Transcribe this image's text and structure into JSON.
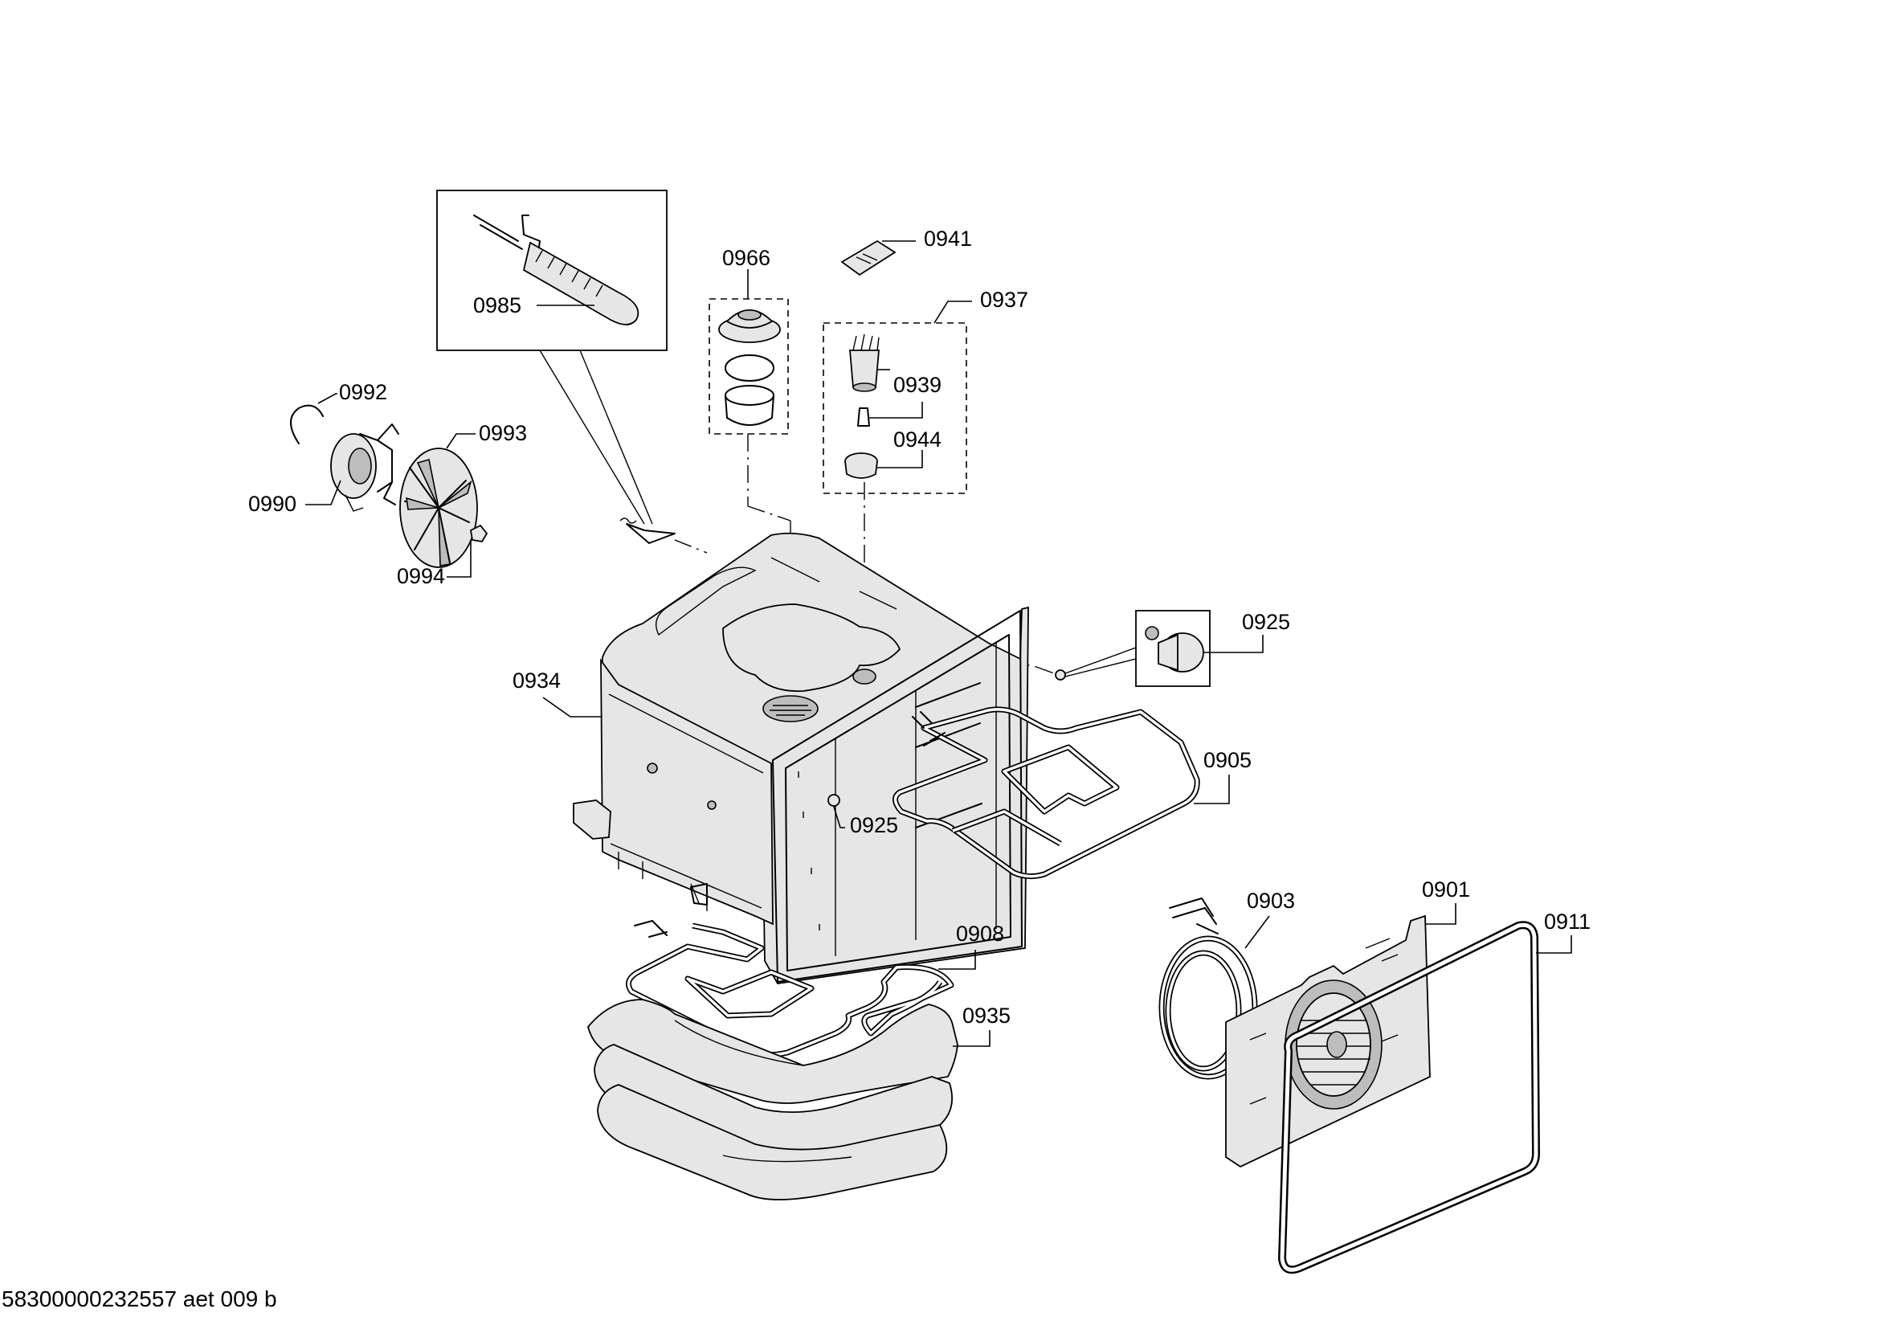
{
  "labels": {
    "p0985": "0985",
    "p0966": "0966",
    "p0941": "0941",
    "p0937": "0937",
    "p0939": "0939",
    "p0944": "0944",
    "p0992": "0992",
    "p0993": "0993",
    "p0990": "0990",
    "p0994": "0994",
    "p0925_top": "0925",
    "p0934": "0934",
    "p0905": "0905",
    "p0925_mid": "0925",
    "p0903": "0903",
    "p0901": "0901",
    "p0911": "0911",
    "p0908": "0908",
    "p0935": "0935"
  },
  "document_code": "58300000232557 aet 009 b"
}
